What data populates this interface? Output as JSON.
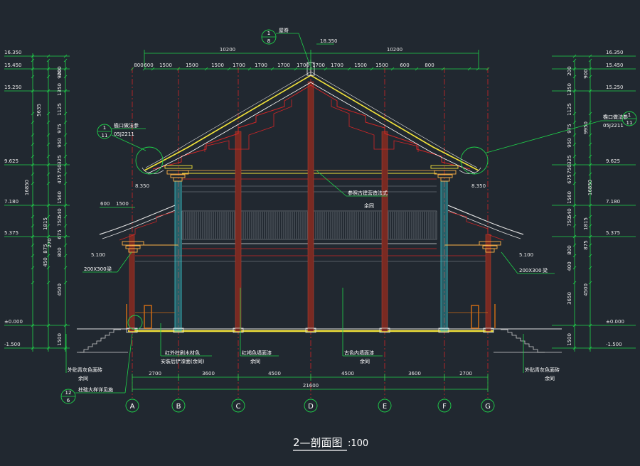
{
  "drawing": {
    "title": "2—剖面图",
    "scale": ":100",
    "colors": {
      "background": "#212830",
      "dimension": "#1fd24a",
      "wall": "#d12626",
      "text": "#ffffff",
      "roof": "#f2e33a",
      "column": "#7a2a22",
      "cyan_column": "#39c7cf",
      "bracket": "#ffb347",
      "railing": "#cc6b16"
    }
  },
  "callouts": {
    "ridge": {
      "top": "1",
      "bottom": "8",
      "label": "屋脊"
    },
    "eave": {
      "top": "1",
      "bottom": "11",
      "label": "檐口做法参",
      "ref": "05J2211"
    },
    "eave_right": {
      "top": "1",
      "bottom": "11",
      "label": "檐口做法参",
      "ref": "05J2211"
    },
    "base": {
      "top": "12",
      "bottom": "6",
      "label": "柱础大样详见施"
    }
  },
  "axes": [
    "A",
    "B",
    "C",
    "D",
    "E",
    "F",
    "G"
  ],
  "bottom_dims": [
    "2700",
    "3600",
    "4500",
    "4500",
    "3600",
    "2700"
  ],
  "total_width": "21600",
  "top_half_dims": [
    "10200",
    "10200"
  ],
  "top_dims": [
    "800",
    "600",
    "1500",
    "1500",
    "1500",
    "1700",
    "1700",
    "1700",
    "1700",
    "1700",
    "1700",
    "1500",
    "1500",
    "600",
    "800"
  ],
  "left_small_dims": [
    "600",
    "1500"
  ],
  "elevations": {
    "e16350": "16.350",
    "e15450": "15.450",
    "e15250": "15.250",
    "e9625": "9.625",
    "e8350": "8.350",
    "e7180": "7.180",
    "e5375": "5.375",
    "e5100": "5.100",
    "e0000": "±0.000",
    "e1500": "-1.500",
    "ridge_top": "18.350"
  },
  "left_vertical_dims": [
    "200",
    "900",
    "1350",
    "5635",
    "1125",
    "975",
    "950",
    "325",
    "750",
    "475",
    "1560",
    "540",
    "750",
    "675",
    "800",
    "450",
    "4500",
    "1500",
    "16850",
    "1815",
    "875",
    "270"
  ],
  "right_vertical_dims": [
    "200",
    "900",
    "1350",
    "1125",
    "975",
    "950",
    "325",
    "750",
    "675",
    "1560",
    "540",
    "750",
    "800",
    "400",
    "3650",
    "4500",
    "1500",
    "9950",
    "1815",
    "875",
    "16850"
  ],
  "annotations": {
    "decoration": "参照古建营造法式",
    "decoration_sub": "余同",
    "beam_left": "200X300",
    "beam_left_label": "梁",
    "beam_right": "200X300",
    "beam_right_label": "梁",
    "paint_left1": "红外柱刷木材色",
    "paint_left2": "安装后铲漆面(余同)",
    "paint_mid": "红褐色墙面漆",
    "paint_mid_sub": "余同",
    "paint_center": "古色内墙面漆",
    "paint_center_sub": "余同",
    "ext_left": "外贴青灰色面砖",
    "ext_left_sub": "余同",
    "ext_right": "外贴青灰色面砖",
    "ext_right_sub": "余同"
  }
}
